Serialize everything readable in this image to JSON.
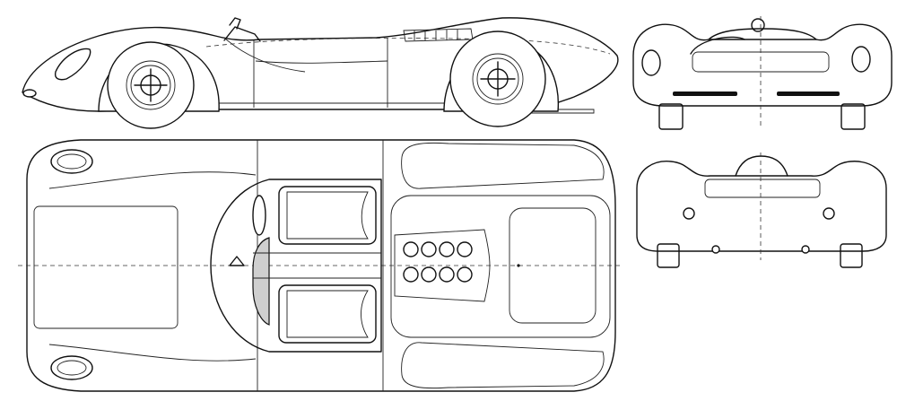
{
  "drawing": {
    "subject": "",
    "views": [
      "side-view",
      "top-view",
      "front-view",
      "rear-view"
    ]
  },
  "colors": {
    "line": "#111111",
    "background": "#ffffff",
    "shading": "#cfcfcf"
  }
}
